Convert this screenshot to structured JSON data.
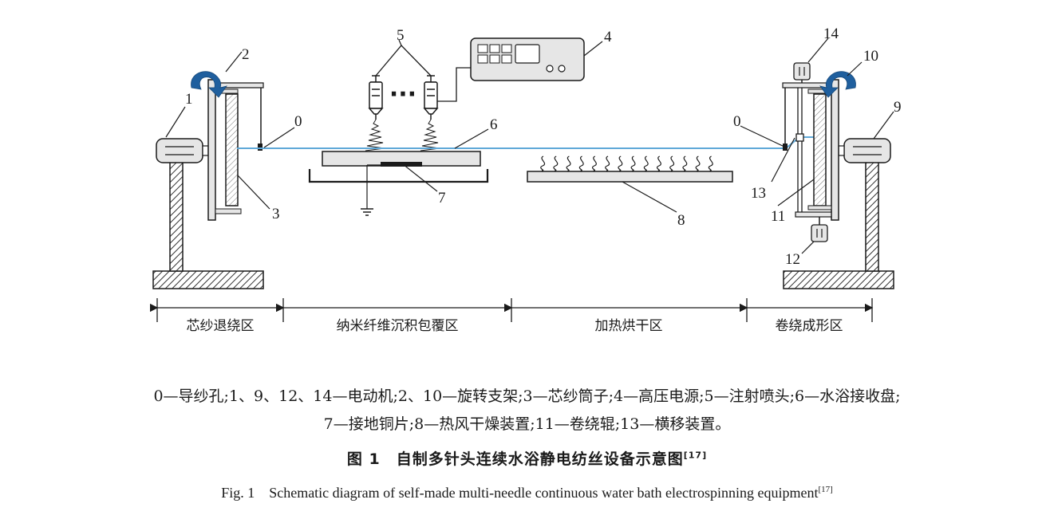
{
  "labels": {
    "n0_left": "0",
    "n1": "1",
    "n2": "2",
    "n3": "3",
    "n4": "4",
    "n5": "5",
    "n6": "6",
    "n7": "7",
    "n8": "8",
    "n0_right": "0",
    "n9": "9",
    "n10": "10",
    "n11": "11",
    "n12": "12",
    "n13": "13",
    "n14": "14"
  },
  "zones": [
    "芯纱退绕区",
    "纳米纤维沉积包覆区",
    "加热烘干区",
    "卷绕成形区"
  ],
  "needle_dots": "···",
  "legend": {
    "line1": "0—导纱孔;1、9、12、14—电动机;2、10—旋转支架;3—芯纱筒子;4—高压电源;5—注射喷头;6—水浴接收盘;",
    "line2": "7—接地铜片;8—热风干燥装置;11—卷绕辊;13—横移装置。"
  },
  "title": {
    "cn": "图 1　自制多针头连续水浴静电纺丝设备示意图",
    "cn_ref": "[17]",
    "en": "Fig. 1　Schematic diagram of self-made multi-needle continuous water bath electrospinning equipment",
    "en_ref": "[17]"
  },
  "colors": {
    "line": "#1a1a1a",
    "yarn": "#5fa8d8",
    "arrow": "#1f5f9e",
    "hatch": "#555555",
    "body": "#e6e6e6"
  }
}
